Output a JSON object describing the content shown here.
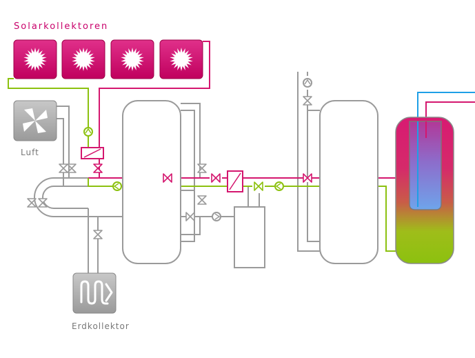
{
  "labels": {
    "solar": "Solarkollektoren",
    "air": "Luft",
    "ground": "Erdkollektor"
  },
  "colors": {
    "hot": "#d4166e",
    "cold": "#8cc10f",
    "return": "#9a9a9a",
    "dhw_hot": "#d4166e",
    "dhw_cold": "#1e9fe6",
    "collector_fill": "#d0136a",
    "label_magenta": "#c8006a",
    "label_gray": "#777777"
  },
  "icons": {
    "solar_collector": "sun-icon",
    "air_source": "fan-icon",
    "ground_source": "ground-loop-icon",
    "pump": "pump-icon",
    "valve": "valve-icon",
    "heat_exchanger": "heat-exchanger-icon"
  },
  "solar_collector_count": 4
}
